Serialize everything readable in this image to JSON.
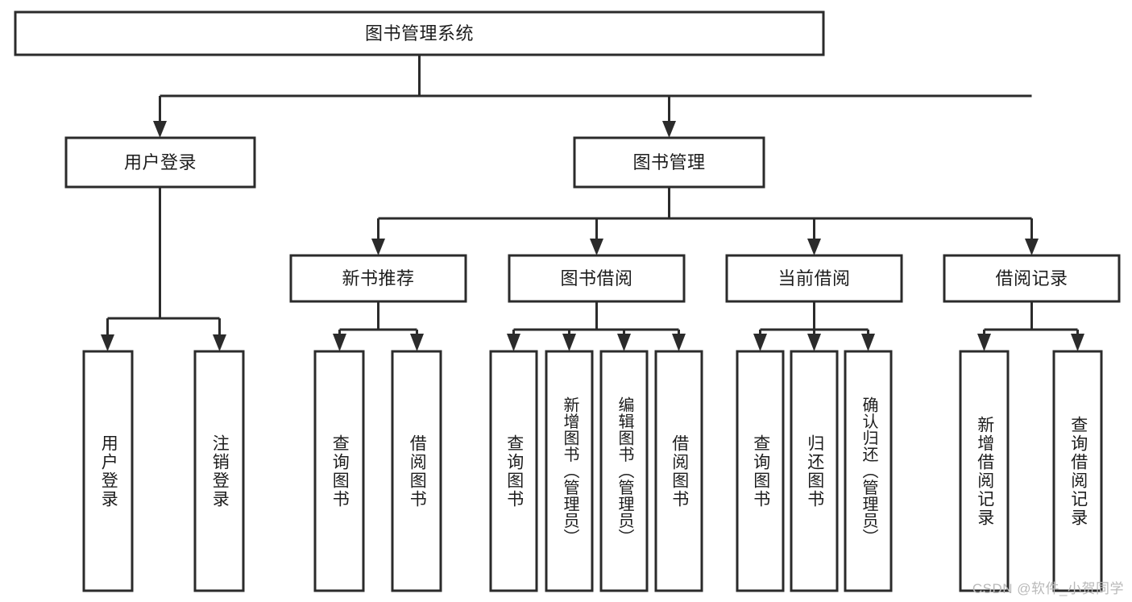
{
  "diagram": {
    "type": "tree-hierarchy",
    "title": "图书管理系统",
    "background_color": "#ffffff",
    "line_color": "#2b2b2b",
    "text_color": "#1d1d1d",
    "nodes": {
      "root": {
        "label": "图书管理系统",
        "orientation": "horizontal"
      },
      "level2": [
        {
          "id": "user-login",
          "label": "用户登录",
          "orientation": "horizontal"
        },
        {
          "id": "book-management",
          "label": "图书管理",
          "orientation": "horizontal"
        }
      ],
      "level3": [
        {
          "id": "new-book-recommend",
          "label": "新书推荐",
          "orientation": "horizontal"
        },
        {
          "id": "book-borrow",
          "label": "图书借阅",
          "orientation": "horizontal"
        },
        {
          "id": "current-borrow",
          "label": "当前借阅",
          "orientation": "horizontal"
        },
        {
          "id": "borrow-record",
          "label": "借阅记录",
          "orientation": "horizontal"
        }
      ],
      "leaves": [
        {
          "id": "leaf-user-login",
          "label": "用户登录",
          "orientation": "vertical",
          "parent": "user-login"
        },
        {
          "id": "leaf-user-logout",
          "label": "注销登录",
          "orientation": "vertical",
          "parent": "user-login"
        },
        {
          "id": "leaf-query-book-1",
          "label": "查询图书",
          "orientation": "vertical",
          "parent": "new-book-recommend"
        },
        {
          "id": "leaf-borrow-book-1",
          "label": "借阅图书",
          "orientation": "vertical",
          "parent": "new-book-recommend"
        },
        {
          "id": "leaf-query-book-2",
          "label": "查询图书",
          "orientation": "vertical",
          "parent": "book-borrow"
        },
        {
          "id": "leaf-add-book",
          "label": "新增图书（管理员）",
          "orientation": "vertical",
          "parent": "book-borrow"
        },
        {
          "id": "leaf-edit-book",
          "label": "编辑图书（管理员）",
          "orientation": "vertical",
          "parent": "book-borrow"
        },
        {
          "id": "leaf-borrow-book-2",
          "label": "借阅图书",
          "orientation": "vertical",
          "parent": "book-borrow"
        },
        {
          "id": "leaf-query-book-3",
          "label": "查询图书",
          "orientation": "vertical",
          "parent": "current-borrow"
        },
        {
          "id": "leaf-return-book",
          "label": "归还图书",
          "orientation": "vertical",
          "parent": "current-borrow"
        },
        {
          "id": "leaf-confirm-return",
          "label": "确认归还（管理员）",
          "orientation": "vertical",
          "parent": "current-borrow"
        },
        {
          "id": "leaf-add-record",
          "label": "新增借阅记录",
          "orientation": "vertical",
          "parent": "borrow-record"
        },
        {
          "id": "leaf-query-record",
          "label": "查询借阅记录",
          "orientation": "vertical",
          "parent": "borrow-record"
        }
      ]
    }
  },
  "watermark": {
    "text": "CSDN @软件_小贺同学"
  }
}
